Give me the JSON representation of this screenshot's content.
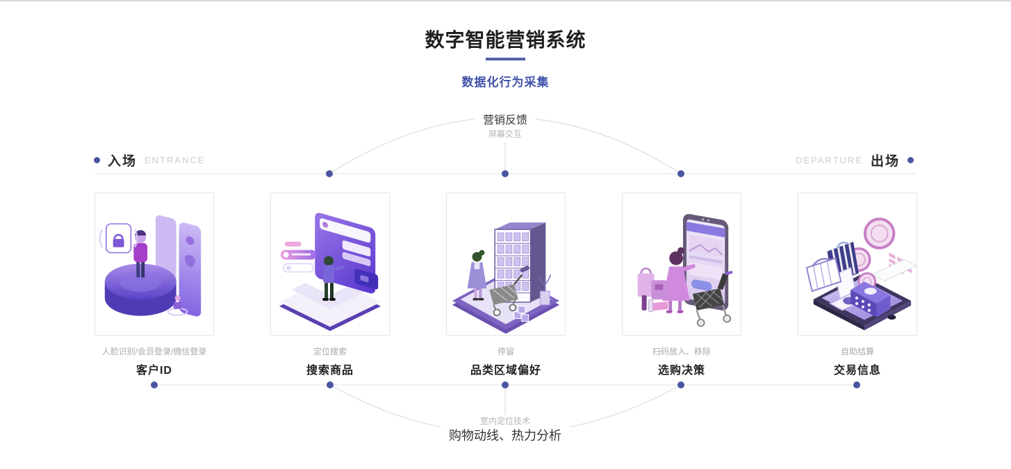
{
  "page": {
    "title": "数字智能营销系统",
    "subtitle": "数据化行为采集"
  },
  "flow": {
    "top": {
      "title": "营销反馈",
      "subtitle": "屏幕交互"
    },
    "bottom": {
      "subtitle": "室内定位技术",
      "title": "购物动线、热力分析"
    },
    "entrance": {
      "zh": "入场",
      "en": "ENTRANCE"
    },
    "departure": {
      "zh": "出场",
      "en": "DEPARTURE"
    }
  },
  "cards": [
    {
      "caption": "人脸识别/会员登录/微信登录",
      "title": "客户ID",
      "icon": "face-id-illustration"
    },
    {
      "caption": "定位搜索",
      "title": "搜索商品",
      "icon": "search-screen-illustration"
    },
    {
      "caption": "停留",
      "title": "品类区域偏好",
      "icon": "shelf-browsing-illustration"
    },
    {
      "caption": "扫码放入、移除",
      "title": "选购决策",
      "icon": "cart-phone-illustration"
    },
    {
      "caption": "自助结算",
      "title": "交易信息",
      "icon": "self-checkout-illustration"
    }
  ],
  "colors": {
    "accent_blue": "#4253a9",
    "divider_blue": "#5560a8",
    "dot_blue": "#4a55a2",
    "line_gray": "#e8e8e8",
    "text_dark": "#222222",
    "caption_gray": "#a9a9a9",
    "label_gray": "#b5b5b5",
    "entrance_en_gray": "#cccccc",
    "illustration_purple": "#7b5ce0"
  }
}
